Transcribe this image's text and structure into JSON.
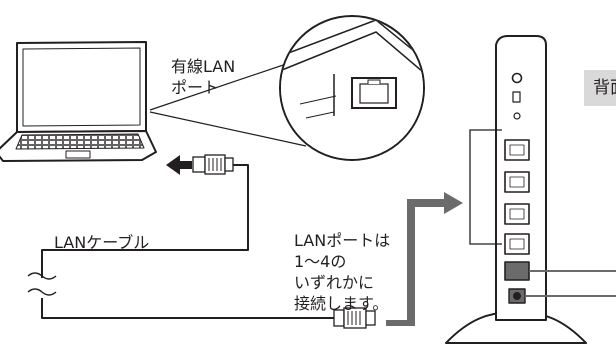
{
  "labels": {
    "port": [
      "有線LAN",
      "ポート"
    ],
    "cable": "LANケーブル",
    "note": [
      "LANポートは",
      "1～4の",
      "いずれかに",
      "接続します。"
    ],
    "back": "背面"
  },
  "icons": [
    "laptop-icon",
    "router-icon",
    "lan-plug-icon",
    "arrow-right-icon",
    "arrow-left-icon"
  ],
  "colors": {
    "line": "#231f20",
    "cable_gray": "#6b6b6b",
    "badge": "#d9d9d9"
  }
}
